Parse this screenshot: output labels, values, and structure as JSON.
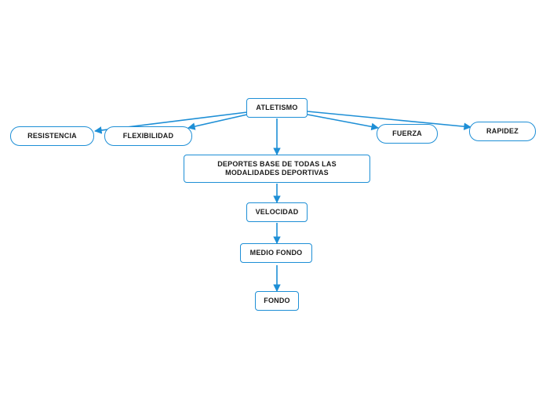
{
  "nodes": {
    "atletismo": "ATLETISMO",
    "resistencia": "RESISTENCIA",
    "flexibilidad": "FLEXIBILIDAD",
    "fuerza": "FUERZA",
    "rapidez": "RAPIDEZ",
    "deportes_base": "DEPORTES BASE DE TODAS LAS MODALIDADES DEPORTIVAS",
    "velocidad": "VELOCIDAD",
    "medio_fondo": "MEDIO FONDO",
    "fondo": "FONDO"
  },
  "edges": [
    [
      "atletismo",
      "resistencia"
    ],
    [
      "atletismo",
      "flexibilidad"
    ],
    [
      "atletismo",
      "fuerza"
    ],
    [
      "atletismo",
      "rapidez"
    ],
    [
      "atletismo",
      "deportes_base"
    ],
    [
      "deportes_base",
      "velocidad"
    ],
    [
      "velocidad",
      "medio_fondo"
    ],
    [
      "medio_fondo",
      "fondo"
    ]
  ],
  "colors": {
    "line": "#1e8fd6",
    "border": "#1e8fd6"
  }
}
